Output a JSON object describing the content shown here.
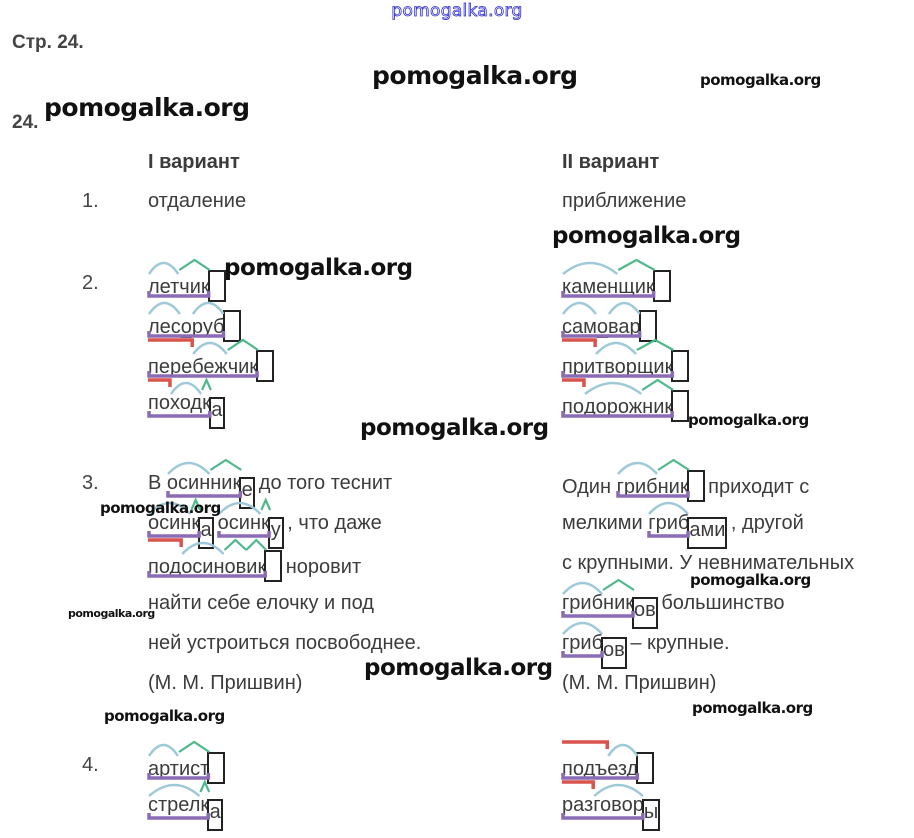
{
  "header": {
    "site": "pomogalka.org"
  },
  "page_ref": "Стр. 24.",
  "task_number": "24.",
  "watermark_text": "pomogalka.org",
  "columns": {
    "left_header": "I вариант",
    "right_header": "II вариант"
  },
  "legend_colors": {
    "prefix": "#d9534f",
    "root": "#9ec9d9",
    "suffix": "#4db88a",
    "stem": "#8a6bb5",
    "ending": "#222222"
  },
  "items": [
    {
      "number": "1.",
      "left": [
        {
          "text": "отдаление"
        }
      ],
      "right": [
        {
          "text": "приближение"
        }
      ]
    },
    {
      "number": "2.",
      "left": [
        {
          "word": [
            {
              "t": "лет",
              "m": "root"
            },
            {
              "t": "чик",
              "m": "suffix"
            },
            {
              "t": "",
              "m": "ending"
            }
          ]
        },
        {
          "word": [
            {
              "t": "лес",
              "m": "root"
            },
            {
              "t": "о",
              "m": "connector"
            },
            {
              "t": "руб",
              "m": "root"
            },
            {
              "t": "",
              "m": "ending"
            }
          ]
        },
        {
          "word": [
            {
              "t": "пере",
              "m": "prefix"
            },
            {
              "t": "беж",
              "m": "root"
            },
            {
              "t": "чик",
              "m": "suffix"
            },
            {
              "t": "",
              "m": "ending"
            }
          ]
        },
        {
          "word": [
            {
              "t": "по",
              "m": "prefix"
            },
            {
              "t": "ход",
              "m": "root"
            },
            {
              "t": "к",
              "m": "suffix"
            },
            {
              "t": "а",
              "m": "ending"
            }
          ]
        }
      ],
      "right": [
        {
          "word": [
            {
              "t": "камен",
              "m": "root"
            },
            {
              "t": "щик",
              "m": "suffix"
            },
            {
              "t": "",
              "m": "ending"
            }
          ]
        },
        {
          "word": [
            {
              "t": "сам",
              "m": "root"
            },
            {
              "t": "о",
              "m": "connector"
            },
            {
              "t": "вар",
              "m": "root"
            },
            {
              "t": "",
              "m": "ending"
            }
          ]
        },
        {
          "word": [
            {
              "t": "при",
              "m": "prefix"
            },
            {
              "t": "твор",
              "m": "root"
            },
            {
              "t": "щик",
              "m": "suffix"
            },
            {
              "t": "",
              "m": "ending"
            }
          ]
        },
        {
          "word": [
            {
              "t": "по",
              "m": "prefix"
            },
            {
              "t": "дорож",
              "m": "root"
            },
            {
              "t": "ник",
              "m": "suffix"
            },
            {
              "t": "",
              "m": "ending"
            }
          ]
        }
      ]
    },
    {
      "number": "3.",
      "left": [
        {
          "segments": [
            {
              "text": "В "
            },
            {
              "word": [
                {
                  "t": "осин",
                  "m": "root"
                },
                {
                  "t": "ник",
                  "m": "suffix"
                },
                {
                  "t": "е",
                  "m": "ending"
                }
              ]
            },
            {
              "text": " до того теснит"
            }
          ]
        },
        {
          "segments": [
            {
              "word": [
                {
                  "t": "осин",
                  "m": "root"
                },
                {
                  "t": "к",
                  "m": "suffix"
                },
                {
                  "t": "а",
                  "m": "ending"
                }
              ]
            },
            {
              "text": " "
            },
            {
              "word": [
                {
                  "t": "осин",
                  "m": "root"
                },
                {
                  "t": "к",
                  "m": "suffix"
                },
                {
                  "t": "у",
                  "m": "ending"
                }
              ]
            },
            {
              "text": " , что даже"
            }
          ]
        },
        {
          "segments": [
            {
              "word": [
                {
                  "t": "под",
                  "m": "prefix"
                },
                {
                  "t": "осин",
                  "m": "root"
                },
                {
                  "t": "ов",
                  "m": "suffix"
                },
                {
                  "t": "ик",
                  "m": "suffix"
                },
                {
                  "t": "",
                  "m": "ending"
                }
              ]
            },
            {
              "text": " норовит"
            }
          ]
        },
        {
          "segments": [
            {
              "text": "найти себе елочку и под"
            }
          ]
        },
        {
          "segments": [
            {
              "text": "ней устроиться посвободнее."
            }
          ]
        },
        {
          "segments": [
            {
              "text": "(М. М. Пришвин)"
            }
          ]
        }
      ],
      "right": [
        {
          "segments": [
            {
              "text": "Один "
            },
            {
              "word": [
                {
                  "t": "гриб",
                  "m": "root"
                },
                {
                  "t": "ник",
                  "m": "suffix"
                },
                {
                  "t": "",
                  "m": "ending"
                }
              ]
            },
            {
              "text": " приходит с"
            }
          ]
        },
        {
          "segments": [
            {
              "text": "мелкими "
            },
            {
              "word": [
                {
                  "t": "гриб",
                  "m": "root"
                },
                {
                  "t": "ами",
                  "m": "ending"
                }
              ]
            },
            {
              "text": " , другой"
            }
          ]
        },
        {
          "segments": [
            {
              "text": "с крупными. У невнимательных"
            }
          ]
        },
        {
          "segments": [
            {
              "word": [
                {
                  "t": "гриб",
                  "m": "root"
                },
                {
                  "t": "ник",
                  "m": "suffix"
                },
                {
                  "t": "ов",
                  "m": "ending"
                }
              ]
            },
            {
              "text": " большинство"
            }
          ]
        },
        {
          "segments": [
            {
              "word": [
                {
                  "t": "гриб",
                  "m": "root"
                },
                {
                  "t": "ов",
                  "m": "ending"
                }
              ]
            },
            {
              "text": " – крупные."
            }
          ]
        },
        {
          "segments": [
            {
              "text": "(М. М. Пришвин)"
            }
          ]
        }
      ]
    },
    {
      "number": "4.",
      "left": [
        {
          "word": [
            {
              "t": "арт",
              "m": "root"
            },
            {
              "t": "ист",
              "m": "suffix"
            },
            {
              "t": "",
              "m": "ending"
            }
          ]
        },
        {
          "word": [
            {
              "t": "стрел",
              "m": "root"
            },
            {
              "t": "к",
              "m": "suffix"
            },
            {
              "t": "а",
              "m": "ending"
            }
          ]
        }
      ],
      "right": [
        {
          "word": [
            {
              "t": "подъ",
              "m": "prefix"
            },
            {
              "t": "езд",
              "m": "root"
            },
            {
              "t": "",
              "m": "ending"
            }
          ]
        },
        {
          "word": [
            {
              "t": "раз",
              "m": "prefix"
            },
            {
              "t": "говор",
              "m": "root"
            },
            {
              "t": "ы",
              "m": "ending"
            }
          ]
        }
      ]
    }
  ]
}
